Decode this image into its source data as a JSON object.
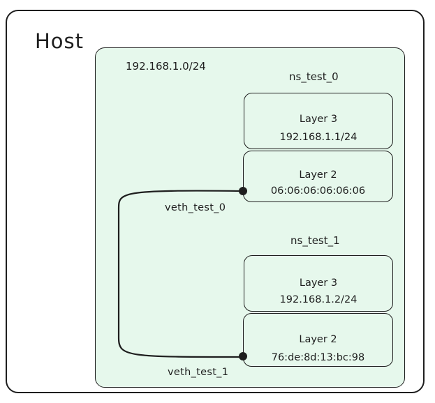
{
  "host": {
    "label": "Host"
  },
  "network": {
    "subnet": "192.168.1.0/24"
  },
  "namespaces": [
    {
      "name": "ns_test_0",
      "layer3": {
        "title": "Layer 3",
        "value": "192.168.1.1/24"
      },
      "layer2": {
        "title": "Layer 2",
        "value": "06:06:06:06:06:06"
      },
      "veth": "veth_test_0"
    },
    {
      "name": "ns_test_1",
      "layer3": {
        "title": "Layer 3",
        "value": "192.168.1.2/24"
      },
      "layer2": {
        "title": "Layer 2",
        "value": "76:de:8d:13:bc:98"
      },
      "veth": "veth_test_1"
    }
  ],
  "colors": {
    "stroke": "#1e1e1e",
    "fill": "#e6f8ec",
    "background": "#ffffff"
  }
}
